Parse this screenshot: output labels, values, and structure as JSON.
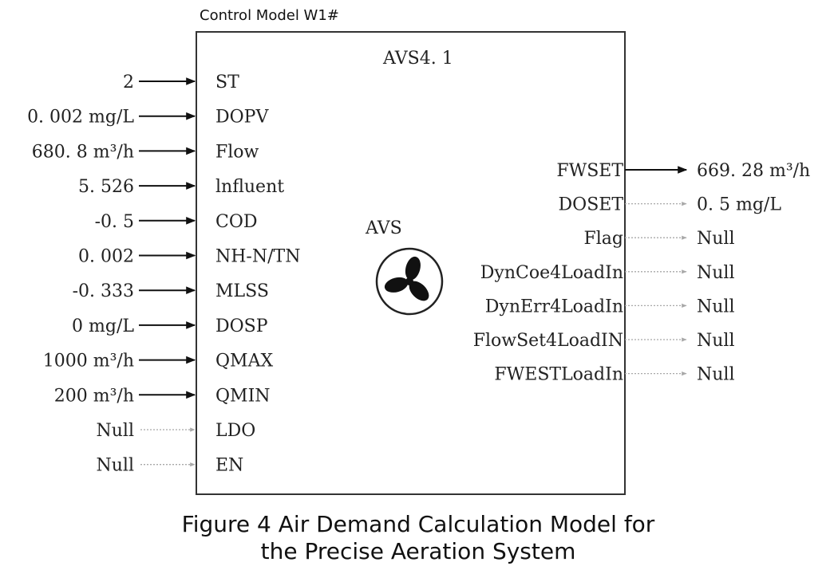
{
  "header": {
    "label": "Control Model W1#"
  },
  "block": {
    "title": "AVS4. 1",
    "symbol_label": "AVS"
  },
  "inputs": [
    {
      "value": "2",
      "port": "ST",
      "active": true
    },
    {
      "value": "0. 002 mg/L",
      "port": "DOPV",
      "active": true
    },
    {
      "value": "680. 8 m³/h",
      "port": "Flow",
      "active": true
    },
    {
      "value": "5. 526",
      "port": "lnfluent",
      "active": true
    },
    {
      "value": "-0. 5",
      "port": "COD",
      "active": true
    },
    {
      "value": "0. 002",
      "port": "NH-N/TN",
      "active": true
    },
    {
      "value": "-0. 333",
      "port": "MLSS",
      "active": true
    },
    {
      "value": "0 mg/L",
      "port": "DOSP",
      "active": true
    },
    {
      "value": "1000 m³/h",
      "port": "QMAX",
      "active": true
    },
    {
      "value": "200 m³/h",
      "port": "QMIN",
      "active": true
    },
    {
      "value": "Null",
      "port": "LDO",
      "active": false
    },
    {
      "value": "Null",
      "port": "EN",
      "active": false
    }
  ],
  "outputs": [
    {
      "port": "FWSET",
      "value": "669. 28 m³/h",
      "active": true
    },
    {
      "port": "DOSET",
      "value": "0. 5 mg/L",
      "active": false
    },
    {
      "port": "Flag",
      "value": "Null",
      "active": false
    },
    {
      "port": "DynCoe4LoadIn",
      "value": "Null",
      "active": false
    },
    {
      "port": "DynErr4LoadIn",
      "value": "Null",
      "active": false
    },
    {
      "port": "FlowSet4LoadIN",
      "value": "Null",
      "active": false
    },
    {
      "port": "FWESTLoadIn",
      "value": "Null",
      "active": false
    }
  ],
  "caption": {
    "line1": "Figure 4 Air Demand Calculation Model for",
    "line2": "the Precise Aeration System"
  },
  "colors": {
    "active_line": "#111111",
    "inactive_line": "#a8a8a8",
    "text": "#222222"
  }
}
